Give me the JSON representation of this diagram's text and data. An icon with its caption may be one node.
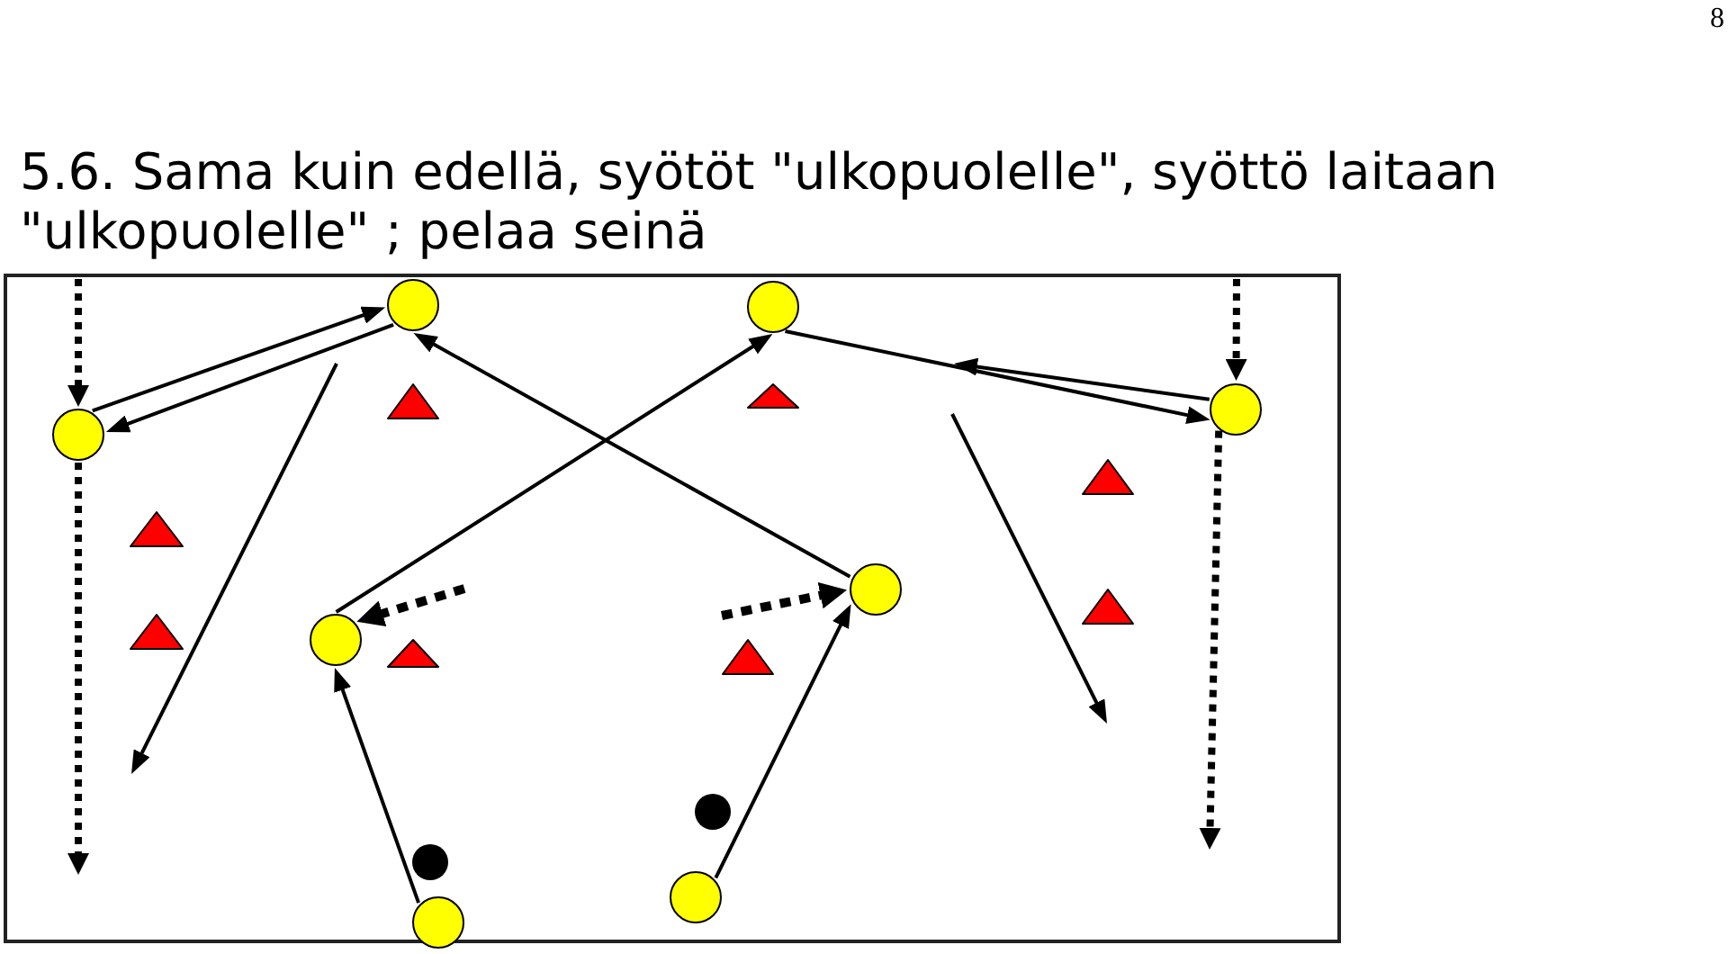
{
  "diagram": {
    "title": "5.6. Sama kuin edellä, syötöt \"ulkopuolelle\", syöttö laitaan \"ulkopuolelle\" ; pelaa seinä",
    "nodes": [
      {
        "text": [],
        "shape": "circle"
      },
      {
        "text": [],
        "shape": "circle"
      },
      {
        "text": [],
        "shape": "circle"
      },
      {
        "text": [],
        "shape": "triangle"
      },
      {
        "text": [],
        "shape": "triangle"
      },
      {
        "text": [],
        "shape": "circle"
      },
      {
        "text": [],
        "shape": "triangle"
      },
      {
        "text": [],
        "shape": "triangle"
      },
      {
        "text": [],
        "shape": "triangle"
      },
      {
        "text": [],
        "shape": "circle"
      },
      {
        "text": [],
        "shape": "triangle"
      },
      {
        "text": [],
        "shape": "triangle"
      },
      {
        "text": [],
        "shape": "circle"
      },
      {
        "text": [],
        "shape": "triangle"
      },
      {
        "text": [],
        "shape": "dot"
      },
      {
        "text": [],
        "shape": "dot"
      },
      {
        "text": [],
        "shape": "circle"
      },
      {
        "text": [],
        "shape": "circle"
      }
    ],
    "edges": [
      {
        "from": null,
        "to": 2,
        "arrow": "to",
        "style": "dashed"
      },
      {
        "from": 2,
        "to": 0,
        "arrow": "to"
      },
      {
        "from": 0,
        "to": 2,
        "arrow": "to"
      },
      {
        "from": 2,
        "to": null,
        "arrow": "to",
        "style": "dashed"
      },
      {
        "from": 12,
        "to": 0,
        "arrow": "to"
      },
      {
        "from": 9,
        "to": 1,
        "arrow": "to"
      },
      {
        "from": 1,
        "to": 5,
        "arrow": "to"
      },
      {
        "from": 5,
        "to": null,
        "arrow": "to"
      },
      {
        "from": null,
        "to": 5,
        "arrow": "to",
        "style": "dashed"
      },
      {
        "from": 5,
        "to": null,
        "arrow": "to",
        "style": "dashed"
      },
      {
        "from": null,
        "to": 9,
        "arrow": "to",
        "style": "dashed"
      },
      {
        "from": null,
        "to": 12,
        "arrow": "to",
        "style": "dashed"
      },
      {
        "from": 16,
        "to": 9,
        "arrow": "to"
      },
      {
        "from": 17,
        "to": 12,
        "arrow": "to"
      }
    ],
    "labels": [
      "8"
    ]
  }
}
